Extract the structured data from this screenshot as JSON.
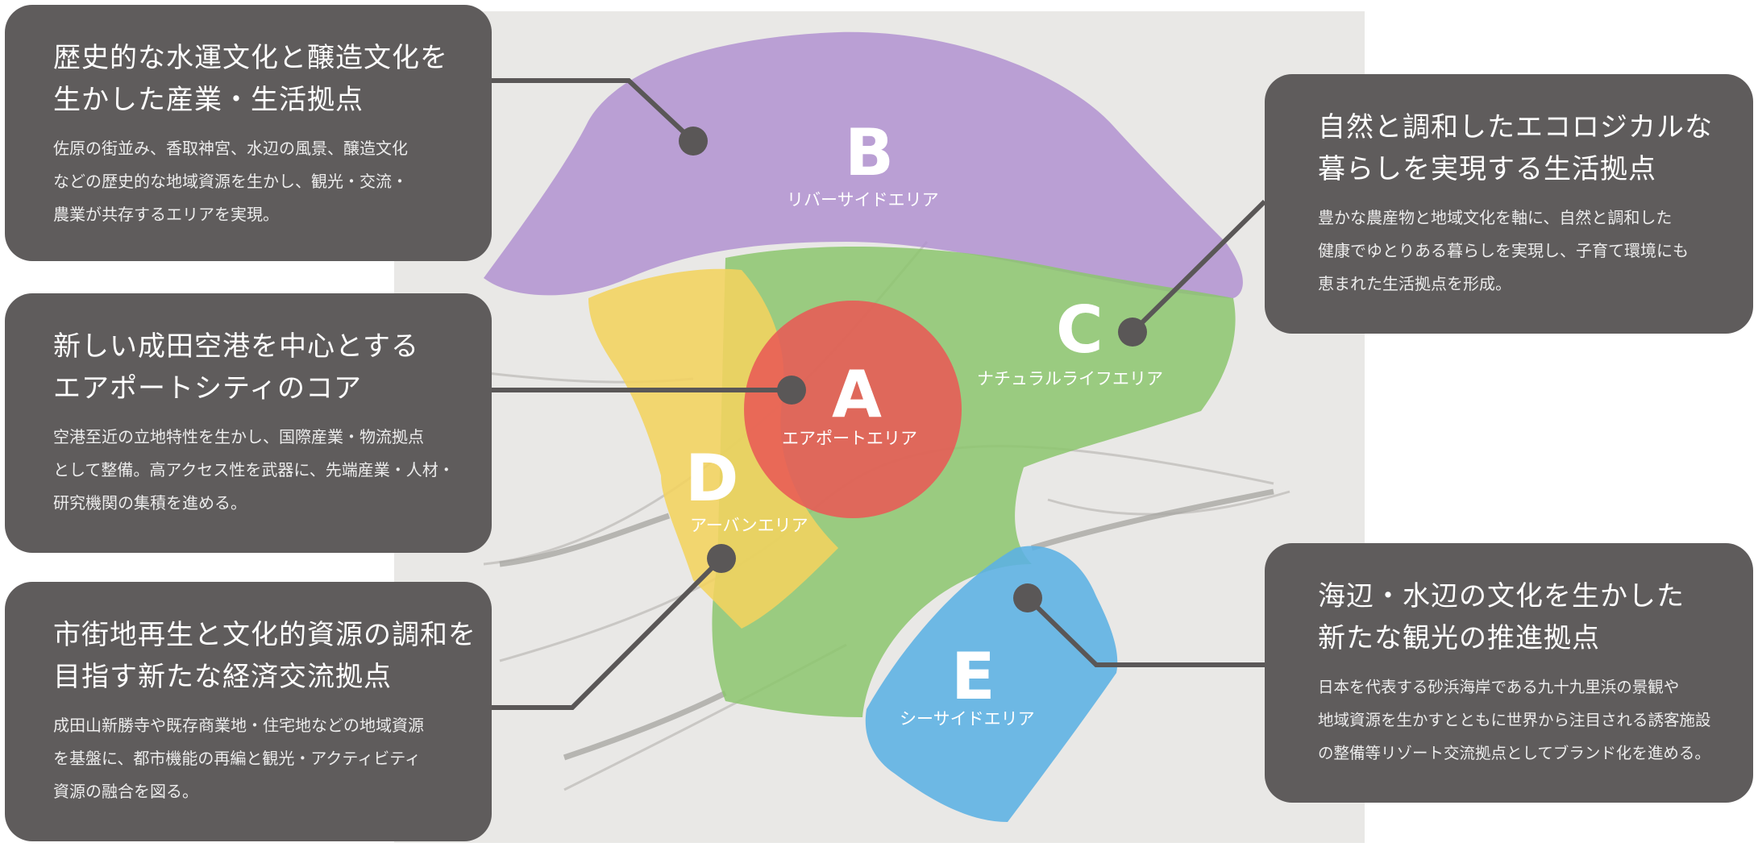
{
  "colors": {
    "area_a": "#e85a55",
    "area_b": "#b08fd0",
    "area_c": "#8cc56d",
    "area_d": "#f2d35e",
    "area_e": "#5bb1e4",
    "panel": "#5f5c5c",
    "connector": "#5a5757",
    "map_background": "#e9e8e6"
  },
  "areas": {
    "a": {
      "letter": "A",
      "name": "エアポートエリア"
    },
    "b": {
      "letter": "B",
      "name": "リバーサイドエリア"
    },
    "c": {
      "letter": "C",
      "name": "ナチュラルライフエリア"
    },
    "d": {
      "letter": "D",
      "name": "アーバンエリア"
    },
    "e": {
      "letter": "E",
      "name": "シーサイドエリア"
    }
  },
  "panels": {
    "b": {
      "title_lines": [
        "歴史的な水運文化と醸造文化を",
        "生かした産業・生活拠点"
      ],
      "desc_lines": [
        "佐原の街並み、香取神宮、水辺の風景、醸造文化",
        "などの歴史的な地域資源を生かし、観光・交流・",
        "農業が共存するエリアを実現。"
      ]
    },
    "a": {
      "title_lines": [
        "新しい成田空港を中心とする",
        "エアポートシティのコア"
      ],
      "desc_lines": [
        "空港至近の立地特性を生かし、国際産業・物流拠点",
        "として整備。高アクセス性を武器に、先端産業・人材・",
        "研究機関の集積を進める。"
      ]
    },
    "d": {
      "title_lines": [
        "市街地再生と文化的資源の調和を",
        "目指す新たな経済交流拠点"
      ],
      "desc_lines": [
        "成田山新勝寺や既存商業地・住宅地などの地域資源",
        "を基盤に、都市機能の再編と観光・アクティビティ",
        "資源の融合を図る。"
      ]
    },
    "c": {
      "title_lines": [
        "自然と調和したエコロジカルな",
        "暮らしを実現する生活拠点"
      ],
      "desc_lines": [
        "豊かな農産物と地域文化を軸に、自然と調和した",
        "健康でゆとりある暮らしを実現し、子育て環境にも",
        "恵まれた生活拠点を形成。"
      ]
    },
    "e": {
      "title_lines": [
        "海辺・水辺の文化を生かした",
        "新たな観光の推進拠点"
      ],
      "desc_lines": [
        "日本を代表する砂浜海岸である九十九里浜の景観や",
        "地域資源を生かすとともに世界から注目される誘客施設",
        "の整備等リゾート交流拠点としてブランド化を進める。"
      ]
    }
  }
}
